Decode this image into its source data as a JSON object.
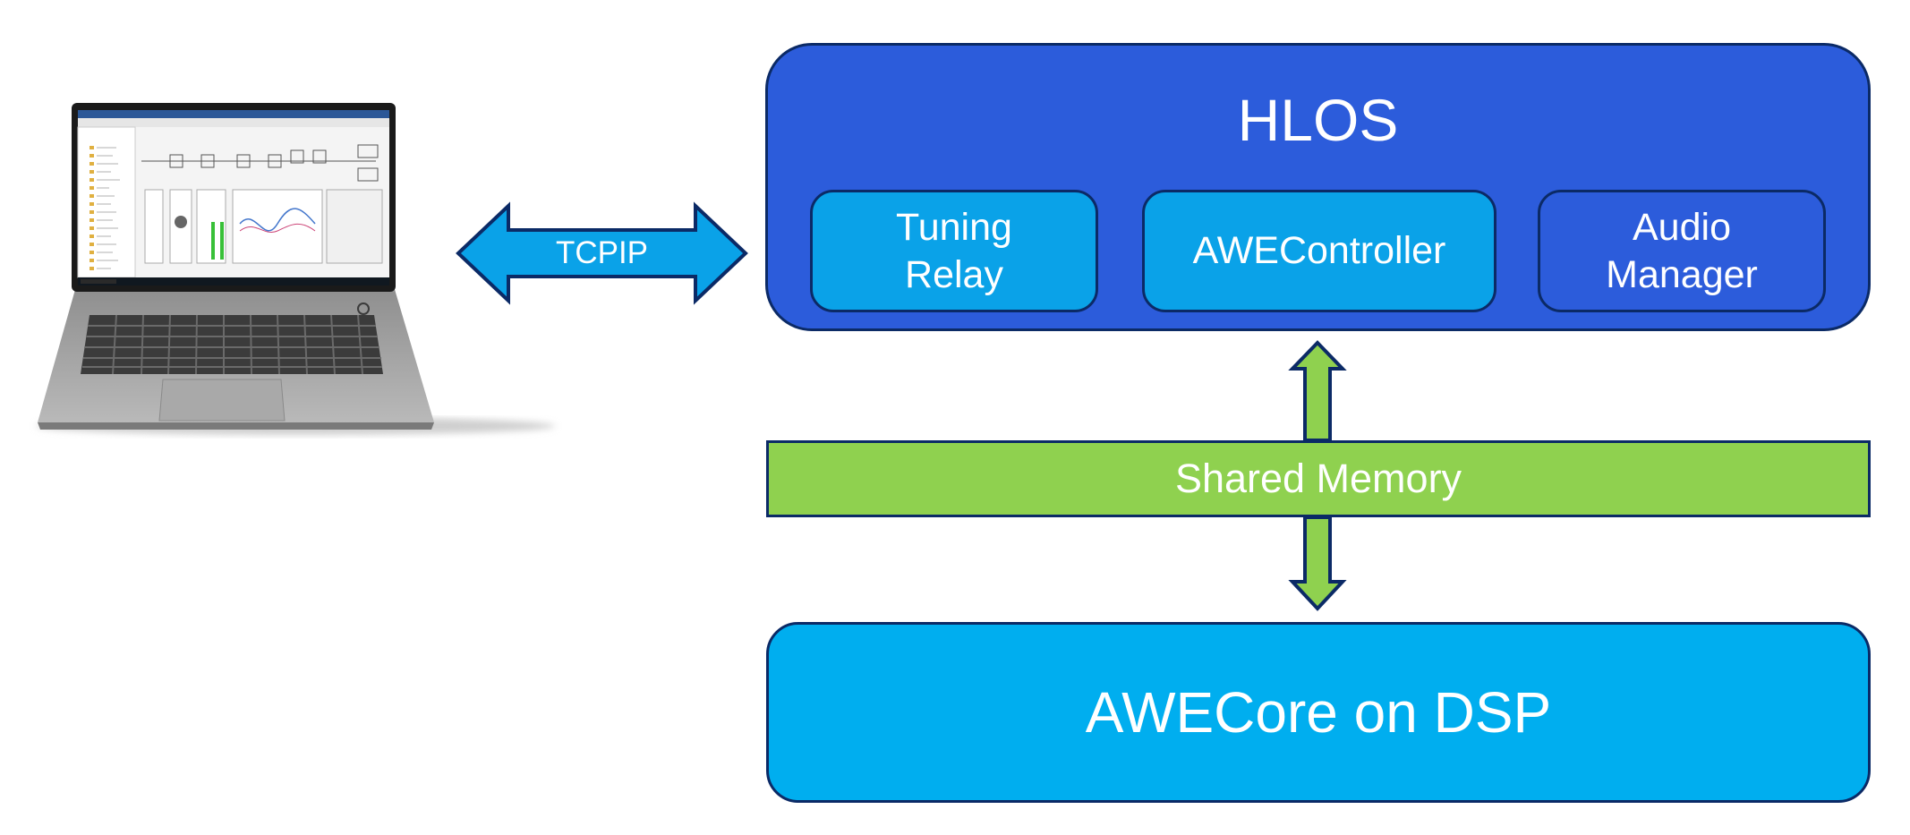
{
  "diagram": {
    "hlos": {
      "title": "HLOS",
      "components": {
        "tuning_relay": "Tuning\nRelay",
        "awecontroller": "AWEController",
        "audio_manager": "Audio\nManager"
      }
    },
    "tcpip_label": "TCPIP",
    "shared_memory_label": "Shared Memory",
    "awecore_label": "AWECore on DSP"
  },
  "colors": {
    "hlos_blue": "#2c5cdb",
    "component_cyan": "#0aa2e8",
    "awecore_cyan": "#00aeef",
    "shared_memory_green": "#8fd14f",
    "outline_navy": "#0b2a66"
  }
}
